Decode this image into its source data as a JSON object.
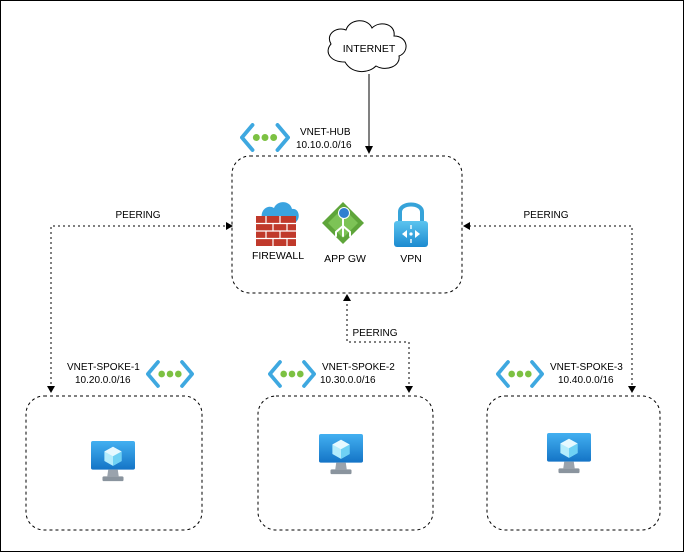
{
  "internet": {
    "label": "INTERNET"
  },
  "hub": {
    "name": "VNET-HUB",
    "cidr": "10.10.0.0/16",
    "services": [
      {
        "label": "FIREWALL",
        "icon": "firewall-icon"
      },
      {
        "label": "APP GW",
        "icon": "app-gateway-icon"
      },
      {
        "label": "VPN",
        "icon": "vpn-gateway-icon"
      }
    ]
  },
  "peering_labels": {
    "left": "PEERING",
    "center": "PEERING",
    "right": "PEERING"
  },
  "spokes": [
    {
      "name": "VNET-SPOKE-1",
      "cidr": "10.20.0.0/16",
      "icon": "virtual-machine-icon"
    },
    {
      "name": "VNET-SPOKE-2",
      "cidr": "10.30.0.0/16",
      "icon": "virtual-machine-icon"
    },
    {
      "name": "VNET-SPOKE-3",
      "cidr": "10.40.0.0/16",
      "icon": "virtual-machine-icon"
    }
  ],
  "colors": {
    "vnet_bracket": "#3ea8e0",
    "vnet_dot": "#7cc142",
    "firewall_red": "#c0392b",
    "firewall_cloud": "#3aa3e0",
    "appgw_green": "#5ea53a",
    "vpn_blue": "#36a3d9",
    "vm_blue": "#1e8fde"
  }
}
